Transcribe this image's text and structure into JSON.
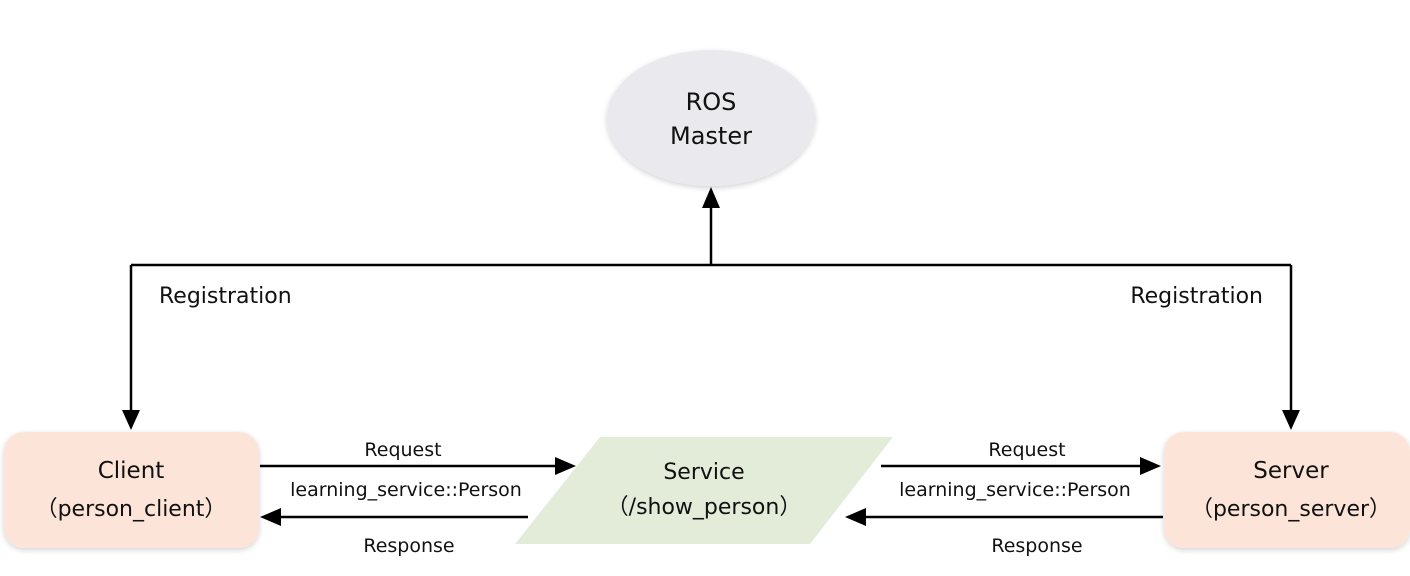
{
  "nodes": {
    "master": {
      "line1": "ROS",
      "line2": "Master"
    },
    "client": {
      "line1": "Client",
      "line2": "（person_client）"
    },
    "service": {
      "line1": "Service",
      "line2": "（/show_person）"
    },
    "server": {
      "line1": "Server",
      "line2": "（person_server）"
    }
  },
  "edges": {
    "registration_left": "Registration",
    "registration_right": "Registration",
    "client_request": "Request",
    "client_type": "learning_service::Person",
    "client_response": "Response",
    "server_request": "Request",
    "server_type": "learning_service::Person",
    "server_response": "Response"
  },
  "colors": {
    "master_fill": "#e9e9ee",
    "client_fill": "#fce5d8",
    "server_fill": "#fce5d8",
    "service_fill": "#e2ecd9",
    "line": "#000000"
  }
}
